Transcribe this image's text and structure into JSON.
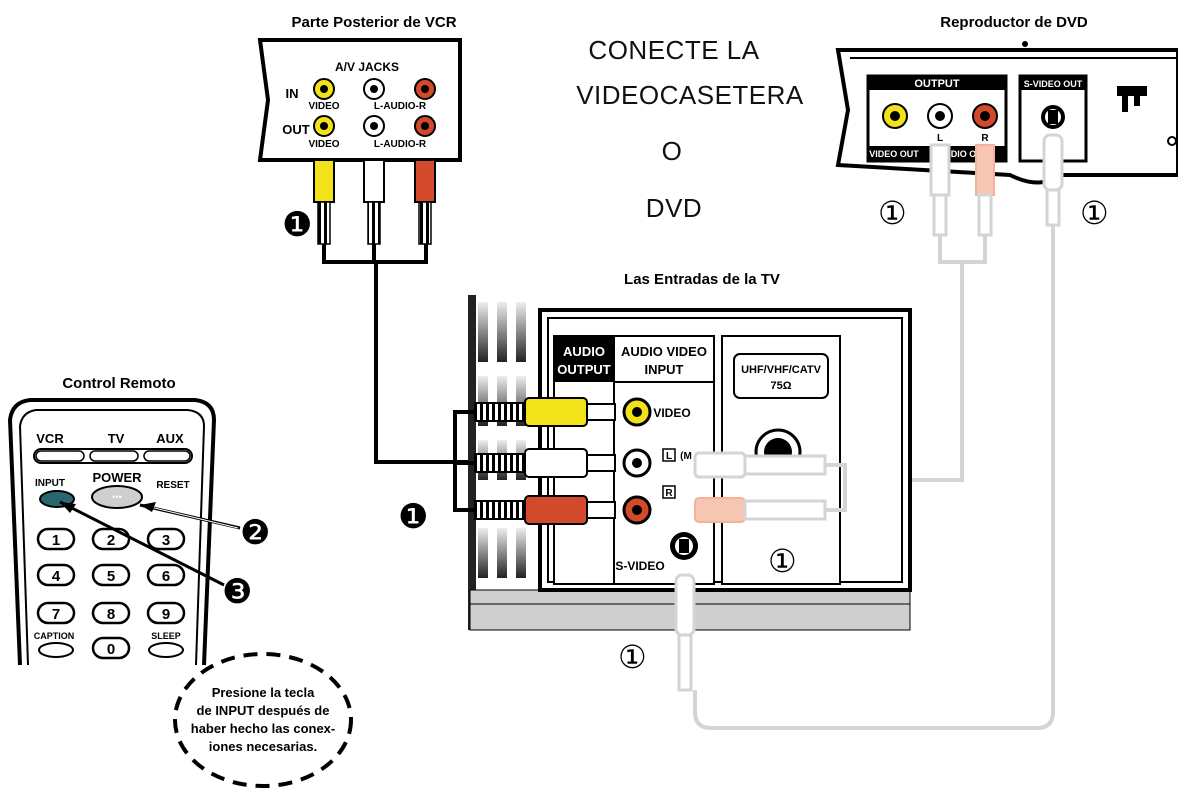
{
  "headings": {
    "vcr_back": "Parte Posterior de VCR",
    "dvd_player": "Reproductor de DVD",
    "tv_inputs": "Las Entradas de la TV",
    "remote": "Control Remoto"
  },
  "center_text": {
    "line1": "CONECTE LA",
    "line2": "VIDEOCASETERA",
    "line3": "O",
    "line4": "DVD"
  },
  "vcr": {
    "jacks_title": "A/V JACKS",
    "in": "IN",
    "out": "OUT",
    "video": "VIDEO",
    "audio": "L-AUDIO-R"
  },
  "dvd": {
    "output": "OUTPUT",
    "svideo_out": "S-VIDEO OUT",
    "video_out": "VIDEO OUT",
    "audio_out": "AUDIO OUT",
    "l": "L",
    "r": "R"
  },
  "tv": {
    "audio_output": "AUDIO OUTPUT",
    "audio_word": "AUDIO",
    "output_word": "OUTPUT",
    "av_input_1": "AUDIO VIDEO",
    "av_input_2": "INPUT",
    "uhf": "UHF/VHF/CATV",
    "ohm": "75Ω",
    "video": "VIDEO",
    "l": "L",
    "mono": "(M",
    "r": "R",
    "svideo": "S-VIDEO"
  },
  "remote": {
    "vcr": "VCR",
    "tv": "TV",
    "aux": "AUX",
    "input": "INPUT",
    "power": "POWER",
    "reset": "RESET",
    "keys": [
      "1",
      "2",
      "3",
      "4",
      "5",
      "6",
      "7",
      "8",
      "9",
      "0"
    ],
    "caption": "CAPTION",
    "sleep": "SLEEP"
  },
  "steps": {
    "one_filled": "❶",
    "two_filled": "❷",
    "three_filled": "❸",
    "one_outline": "①"
  },
  "note": {
    "line1": "Presione la tecla",
    "line2": "de INPUT después de",
    "line3": "haber hecho las conex-",
    "line4": "iones necesarias."
  },
  "colors": {
    "yellow": "#f2e21a",
    "red": "#d2492c",
    "faded_red": "#f6c6b2",
    "faded_gray": "#d4d4d4",
    "black": "#000000"
  }
}
